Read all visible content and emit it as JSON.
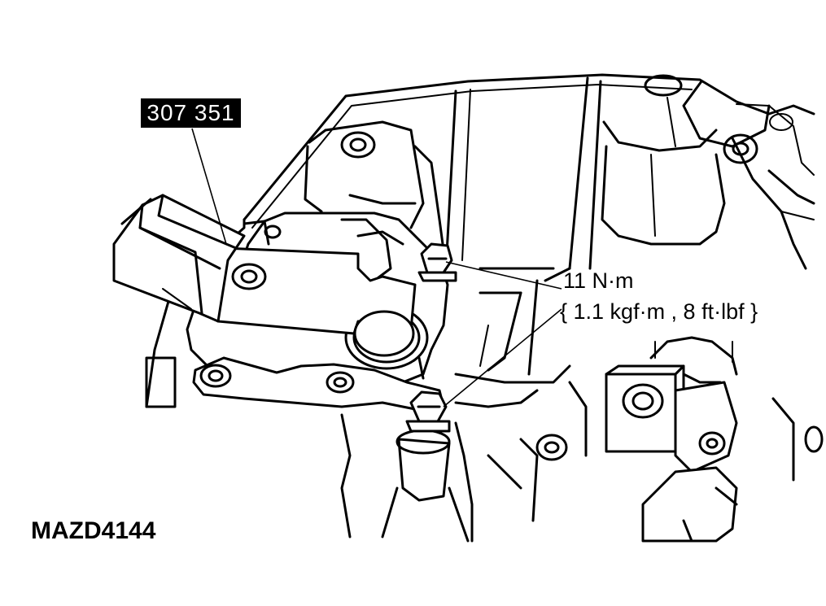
{
  "callout": {
    "part_label": "307 351"
  },
  "torque": {
    "line1": "11 N·m",
    "line2": "{ 1.1 kgf·m , 8 ft·lbf }"
  },
  "figure": {
    "id": "MAZD4144"
  }
}
